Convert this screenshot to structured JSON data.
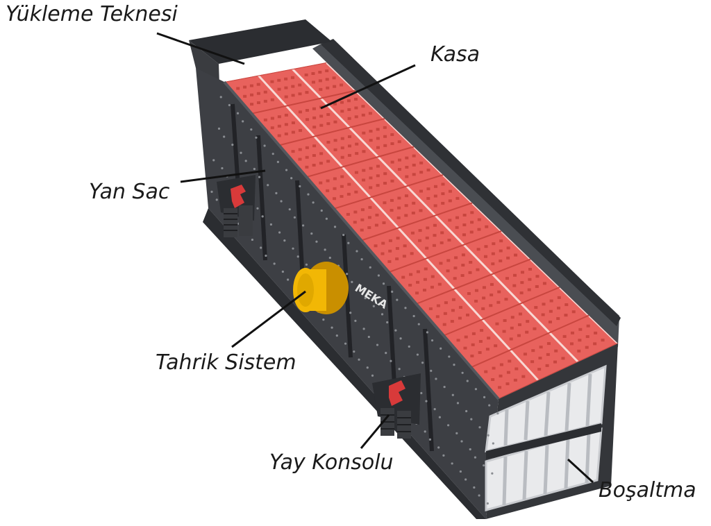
{
  "labels": {
    "loading_trough": "Yükleme Teknesi",
    "frame": "Kasa",
    "side_plate": "Yan Sac",
    "drive_system": "Tahrik Sistem",
    "spring_console": "Yay Konsolu",
    "discharge": "Boşaltma"
  },
  "brand_mark": "MEKA",
  "colors": {
    "body": "#3d3f44",
    "body_dark": "#2b2d31",
    "body_light": "#55585e",
    "screen": "#e8625d",
    "screen_dark": "#c8463f",
    "screen_hole": "#f8d8d4",
    "drive": "#f2b705",
    "drive_dark": "#c98f00",
    "spring_red": "#d83a3a",
    "spring_coil": "#3a3c40",
    "discharge_frame": "#e9eaec",
    "leader": "#111111"
  }
}
